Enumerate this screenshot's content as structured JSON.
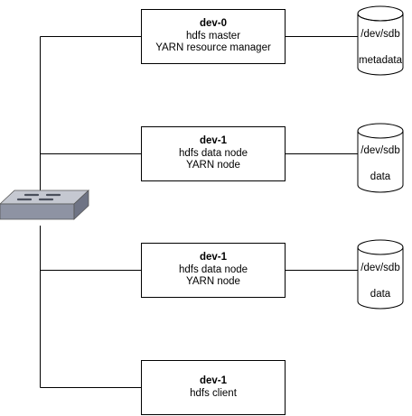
{
  "nodes": [
    {
      "title": "dev-0",
      "lines": [
        "hdfs master",
        "YARN resource manager"
      ]
    },
    {
      "title": "dev-1",
      "lines": [
        "hdfs data node",
        "YARN node"
      ]
    },
    {
      "title": "dev-1",
      "lines": [
        "hdfs data node",
        "YARN node"
      ]
    },
    {
      "title": "dev-1",
      "lines": [
        "hdfs client"
      ]
    }
  ],
  "disks": [
    {
      "device": "/dev/sdb",
      "role": "metadata"
    },
    {
      "device": "/dev/sdb",
      "role": "data"
    },
    {
      "device": "/dev/sdb",
      "role": "data"
    }
  ],
  "switch": {
    "icon": "network-switch-icon",
    "colors": {
      "top": "#c5c8d1",
      "front": "#8e93a3",
      "slot": "#4a4f5c"
    }
  }
}
